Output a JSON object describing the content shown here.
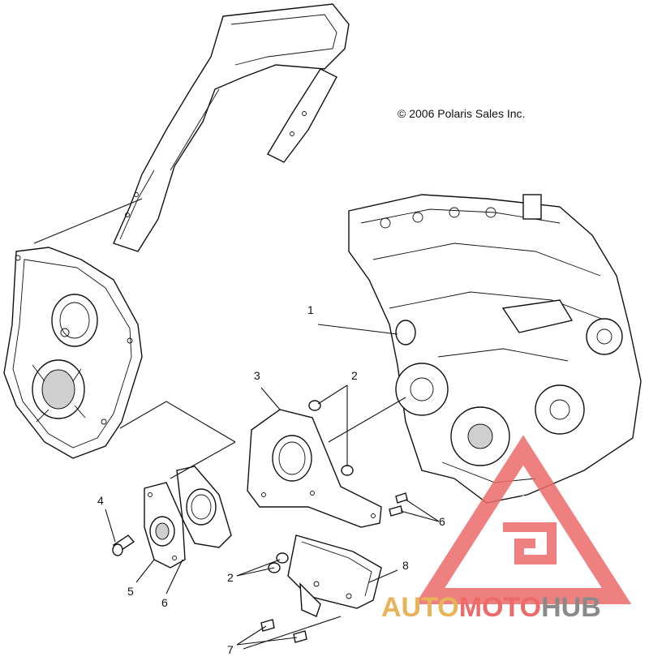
{
  "copyright": "© 2006 Polaris Sales Inc.",
  "callouts": [
    {
      "id": "c1",
      "label": "1"
    },
    {
      "id": "c2a",
      "label": "2"
    },
    {
      "id": "c2b",
      "label": "2"
    },
    {
      "id": "c3",
      "label": "3"
    },
    {
      "id": "c4",
      "label": "4"
    },
    {
      "id": "c5",
      "label": "5"
    },
    {
      "id": "c6a",
      "label": "6"
    },
    {
      "id": "c6b",
      "label": "6"
    },
    {
      "id": "c7",
      "label": "7"
    },
    {
      "id": "c8",
      "label": "8"
    }
  ],
  "watermark": {
    "part1": "AUTO",
    "part2": "MOTO",
    "part3": "HUB",
    "color_accent": "#e8b35a",
    "color_red": "#ec6a6a",
    "color_gray": "#8a8a8a"
  }
}
